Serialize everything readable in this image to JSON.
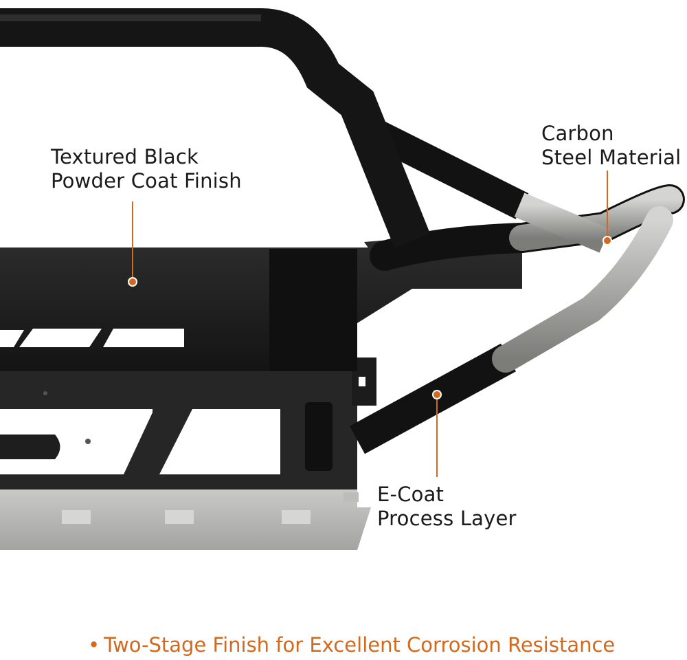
{
  "callouts": {
    "powder_coat": {
      "line1": "Textured Black",
      "line2": "Powder Coat Finish"
    },
    "carbon_steel": {
      "line1": "Carbon",
      "line2": "Steel Material"
    },
    "ecoat": {
      "line1": "E-Coat",
      "line2": "Process Layer"
    }
  },
  "tagline": {
    "bullet": "•",
    "text": "Two-Stage Finish for Excellent Corrosion Resistance"
  },
  "colors": {
    "accent": "#d2691e",
    "powder_black": "#1c1c1c",
    "bare_steel": "#a9a9a6",
    "skid_plate": "#b5b5b3",
    "background": "#ffffff"
  }
}
